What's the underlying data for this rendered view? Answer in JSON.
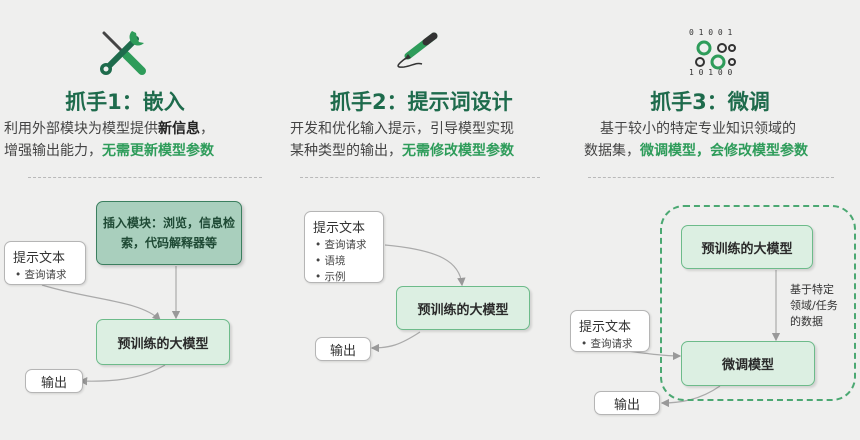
{
  "columns": [
    {
      "title": "抓手1：嵌入",
      "desc_line1_a": "利用外部模块为模型提供",
      "desc_line1_bold": "新信息",
      "desc_line1_b": "，",
      "desc_line2_a": "增强输出能力，",
      "desc_line2_hl": "无需更新模型参数",
      "icon": "wrench-screwdriver-icon",
      "input_box": {
        "title": "提示文本",
        "items": [
          "查询请求"
        ]
      },
      "module_box": "插入模块：浏览，信息检索，代码解释器等",
      "model_box": "预训练的大模型",
      "output_box": "输出"
    },
    {
      "title": "抓手2：提示词设计",
      "desc_line1_a": "开发和优化输入提示，引导模型实现",
      "desc_line2_a": "某种类型的输出，",
      "desc_line2_hl": "无需修改模型参数",
      "icon": "pen-icon",
      "input_box": {
        "title": "提示文本",
        "items": [
          "查询请求",
          "语境",
          "示例"
        ]
      },
      "model_box": "预训练的大模型",
      "output_box": "输出"
    },
    {
      "title": "抓手3：微调",
      "desc_line1_a": "基于较小的特定专业知识领域的",
      "desc_line2_a": "数据集，",
      "desc_line2_hl": "微调模型，会修改模型参数",
      "icon": "binary-gears-icon",
      "input_box": {
        "title": "提示文本",
        "items": [
          "查询请求"
        ]
      },
      "model_box": "预训练的大模型",
      "side_note": [
        "基于特定",
        "领域/任务",
        "的数据"
      ],
      "finetuned_box": "微调模型",
      "output_box": "输出"
    }
  ],
  "colors": {
    "accent": "#1e6b4c",
    "highlight": "#2e9c5a",
    "box_fill": "#dcefe2",
    "module_fill": "#a9cfbd"
  }
}
